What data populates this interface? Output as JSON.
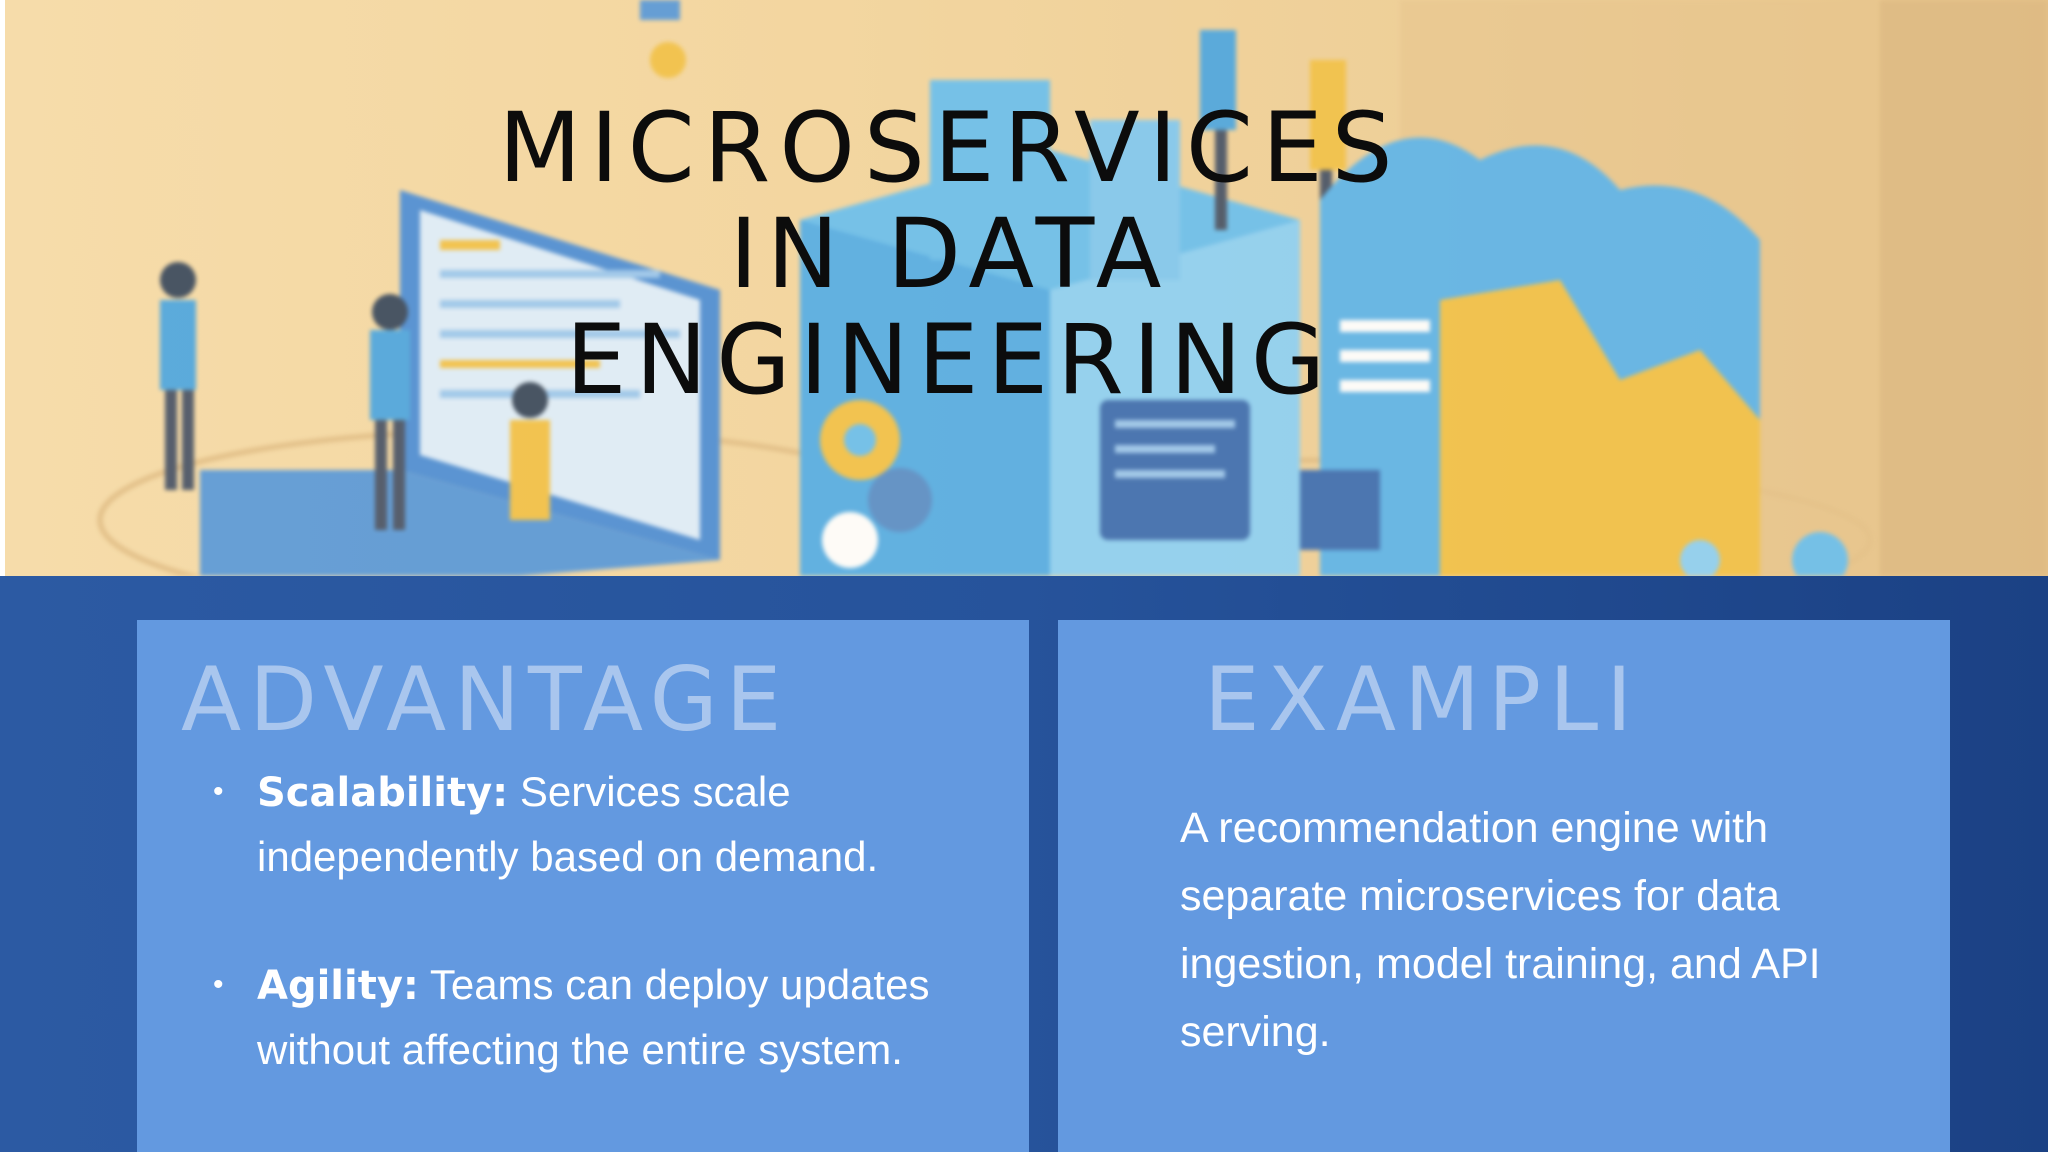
{
  "slide": {
    "title_lines": [
      "MICROSERVICES",
      "IN DATA",
      "ENGINEERING"
    ]
  },
  "advantages": {
    "heading": "ADVANTAGE",
    "items": [
      {
        "term": "Scalability:",
        "text": " Services scale independently based on demand."
      },
      {
        "term": "Agility:",
        "text": " Teams can deploy updates without affecting the entire system."
      }
    ]
  },
  "example": {
    "heading": "EXAMPLI",
    "text": "A recommendation engine with separate microservices for data ingestion, model training, and API serving."
  },
  "colors": {
    "hero_background": "#f3d6a0",
    "bottom_background": "#26539b",
    "card_background": "#6399e0",
    "heading_color": "#a9c6ee",
    "title_color": "#0c0c0c"
  }
}
